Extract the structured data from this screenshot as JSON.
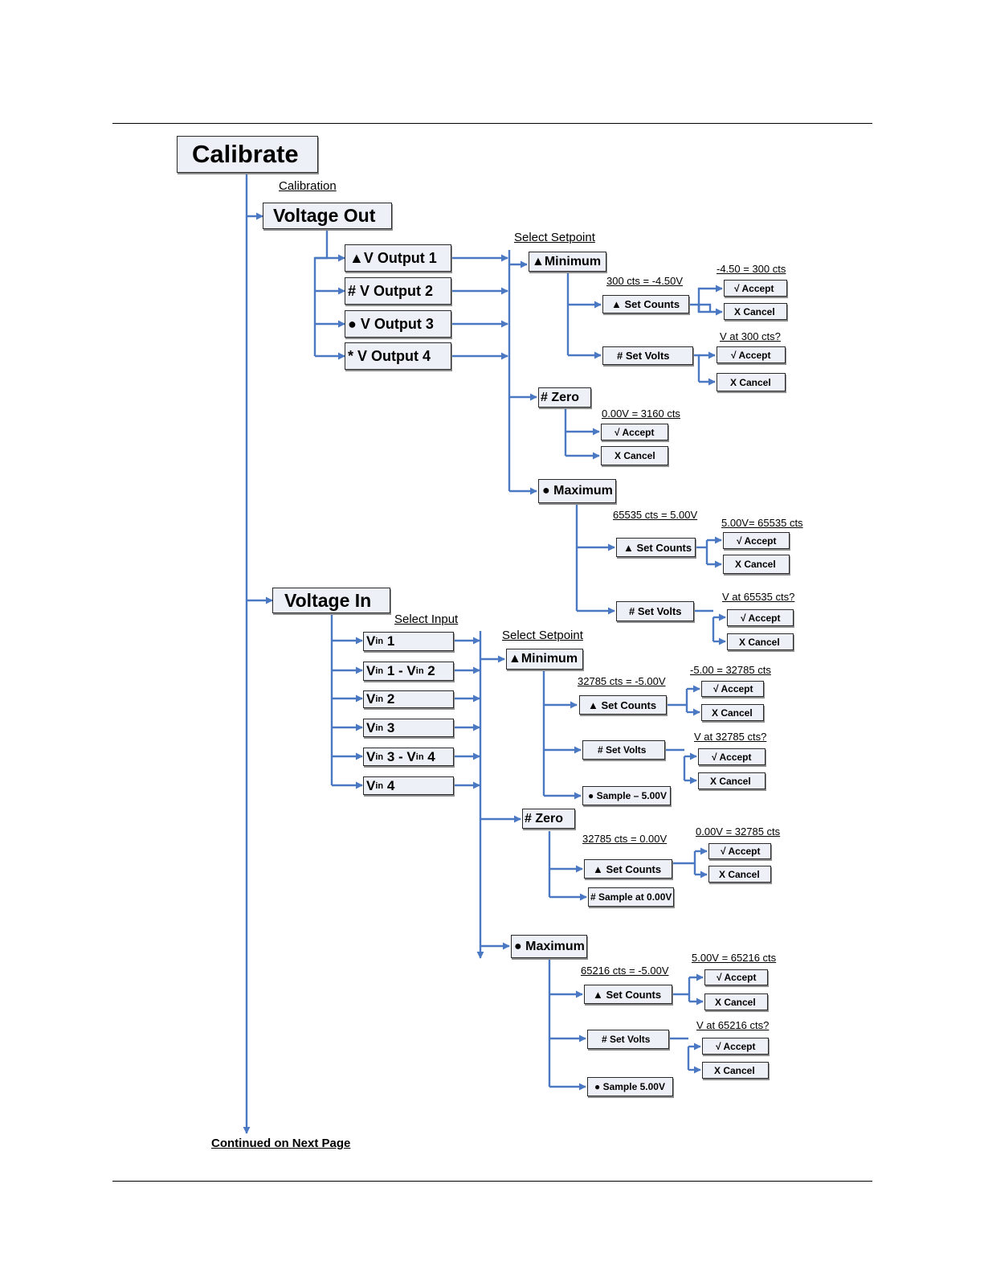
{
  "boxes": {
    "calibrate": "Calibrate",
    "voltage_out": "Voltage Out",
    "v_output_1": "▲V Output 1",
    "v_output_2": "# V Output 2",
    "v_output_3": "● V Output 3",
    "v_output_4": "* V Output 4",
    "out_minimum": "▲Minimum",
    "out_min_set_counts": "▲ Set Counts",
    "out_min_sc_accept": "√ Accept",
    "out_min_sc_cancel": "X Cancel",
    "out_min_set_volts": "# Set Volts",
    "out_min_sv_accept": "√ Accept",
    "out_min_sv_cancel": "X Cancel",
    "out_zero": "# Zero",
    "out_zero_accept": "√ Accept",
    "out_zero_cancel": "X Cancel",
    "out_maximum": "● Maximum",
    "out_max_set_counts": "▲ Set Counts",
    "out_max_sc_accept": "√ Accept",
    "out_max_sc_cancel": "X Cancel",
    "out_max_set_volts": "# Set Volts",
    "out_max_sv_accept": "√ Accept",
    "out_max_sv_cancel": "X Cancel",
    "voltage_in": "Voltage In",
    "vin_prefix": "V",
    "vin_sub": "in",
    "vin1_num": " 1",
    "vin12_a": " 1 - ",
    "vin12_b": " 2",
    "vin2_num": " 2",
    "vin3_num": " 3",
    "vin34_a": " 3 - ",
    "vin34_b": " 4",
    "vin4_num": " 4",
    "in_minimum": "▲Minimum",
    "in_min_set_counts": "▲ Set Counts",
    "in_min_sc_accept": "√ Accept",
    "in_min_sc_cancel": "X Cancel",
    "in_min_set_volts": "# Set Volts",
    "in_min_sv_accept": "√ Accept",
    "in_min_sv_cancel": "X Cancel",
    "in_min_sample": "● Sample – 5.00V",
    "in_zero": "# Zero",
    "in_zero_set_counts": "▲ Set Counts",
    "in_zero_sc_accept": "√ Accept",
    "in_zero_sc_cancel": "X Cancel",
    "in_zero_sample": "# Sample at 0.00V",
    "in_maximum": "● Maximum",
    "in_max_set_counts": "▲ Set Counts",
    "in_max_sc_accept": "√ Accept",
    "in_max_sc_cancel": "X Cancel",
    "in_max_set_volts": "# Set Volts",
    "in_max_sv_accept": "√ Accept",
    "in_max_sv_cancel": "X Cancel",
    "in_max_sample": "● Sample 5.00V"
  },
  "labels": {
    "calibration": "Calibration",
    "select_setpoint_out": "Select Setpoint",
    "out_min_counts": "300 cts = -4.50V",
    "out_min_sc_result": "-4.50 =   300 cts",
    "out_min_sv_q": "V at 300 cts?",
    "out_zero_v": "0.00V = 3160 cts",
    "out_max_counts": "65535 cts = 5.00V",
    "out_max_sc_result": "5.00V= 65535 cts",
    "out_max_sv_q": "V at 65535 cts?",
    "select_input": "Select Input",
    "select_setpoint_in": "Select Setpoint",
    "in_min_counts": "32785 cts = -5.00V",
    "in_min_sc_result": "-5.00 = 32785 cts",
    "in_min_sv_q": "V at 32785 cts?",
    "in_zero_counts": "32785 cts = 0.00V",
    "in_zero_sc_result": "0.00V = 32785 cts",
    "in_max_counts": "65216 cts = -5.00V",
    "in_max_sc_result": "5.00V = 65216 cts",
    "in_max_sv_q": "V at 65216 cts?"
  },
  "footer": {
    "continued": "Continued on Next Page"
  },
  "colors": {
    "connector": "#4a78c2",
    "box_fill": "#eef0f7",
    "box_border": "#2a2a2a"
  }
}
